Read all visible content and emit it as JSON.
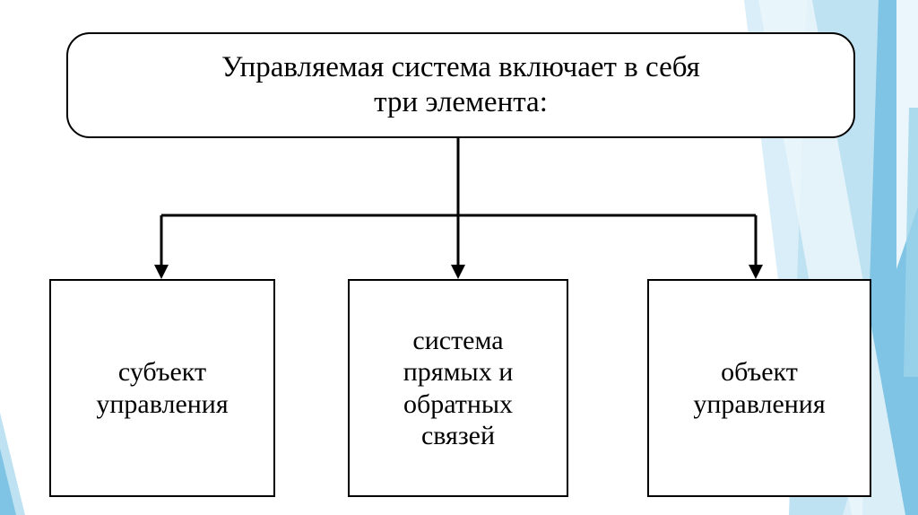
{
  "slide": {
    "background_color": "#ffffff",
    "accent_colors": [
      "#bfe2f2",
      "#7fc4e4",
      "#d9eef8",
      "#eaf6fc",
      "#9ed4ea"
    ]
  },
  "diagram": {
    "type": "hierarchy",
    "root": {
      "line1": "Управляемая система включает в себя",
      "line2": "три элемента:"
    },
    "children": [
      {
        "line1": "субъект",
        "line2": "управления",
        "line3": ""
      },
      {
        "line1": "система",
        "line2": "прямых и",
        "line3": "обратных",
        "line4": "связей"
      },
      {
        "line1": "объект",
        "line2": "управления",
        "line3": ""
      }
    ],
    "connector_color": "#000000",
    "border_color": "#000000",
    "text_color": "#000000"
  }
}
